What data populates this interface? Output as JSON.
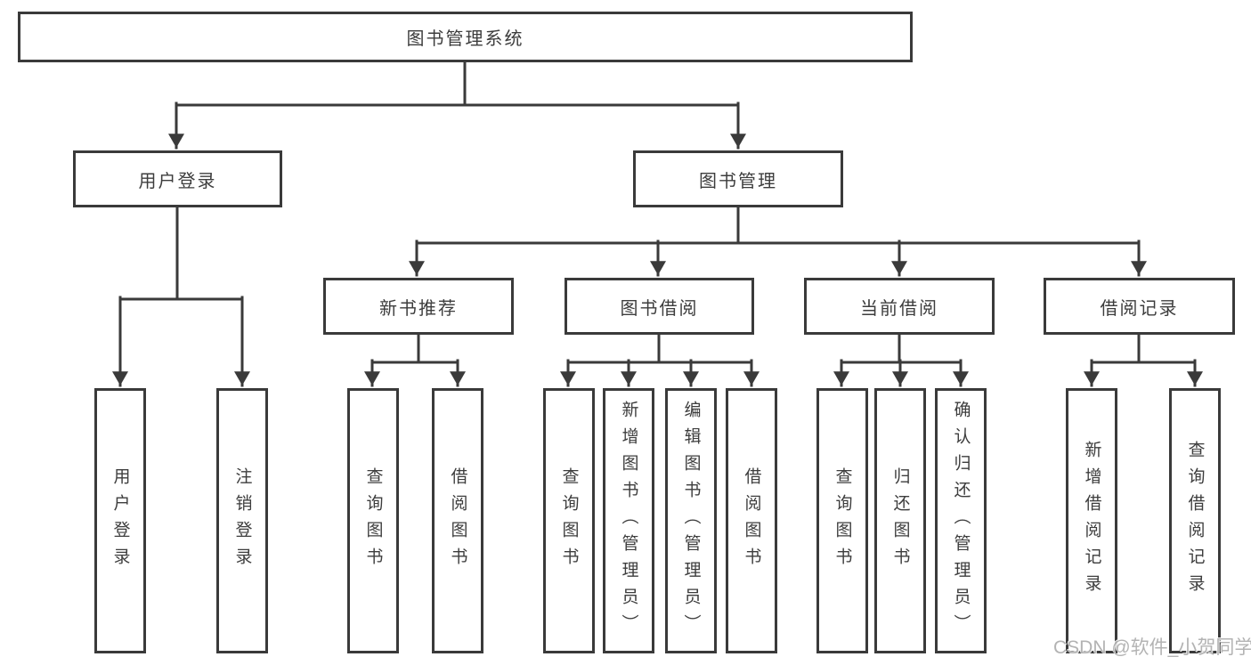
{
  "diagram": {
    "root": {
      "label": "图书管理系统"
    },
    "branches": [
      {
        "label": "用户登录",
        "children": [
          {
            "label": "用户登录"
          },
          {
            "label": "注销登录"
          }
        ]
      },
      {
        "label": "图书管理",
        "children": [
          {
            "label": "新书推荐",
            "children": [
              {
                "label": "查询图书"
              },
              {
                "label": "借阅图书"
              }
            ]
          },
          {
            "label": "图书借阅",
            "children": [
              {
                "label": "查询图书"
              },
              {
                "label": "新增图书（管理员）"
              },
              {
                "label": "编辑图书（管理员）"
              },
              {
                "label": "借阅图书"
              }
            ]
          },
          {
            "label": "当前借阅",
            "children": [
              {
                "label": "查询图书"
              },
              {
                "label": "归还图书"
              },
              {
                "label": "确认归还（管理员）"
              }
            ]
          },
          {
            "label": "借阅记录",
            "children": [
              {
                "label": "新增借阅记录"
              },
              {
                "label": "查询借阅记录"
              }
            ]
          }
        ]
      }
    ]
  },
  "watermark": {
    "text": "CSDN @软件_小贺同学"
  },
  "colors": {
    "line": "#3a3a3a",
    "border": "#3a3a3a",
    "text": "#3d3d3d",
    "watermark": "#b3b3b3",
    "background": "#ffffff"
  }
}
